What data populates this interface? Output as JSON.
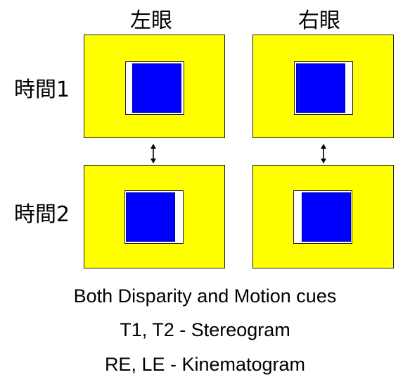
{
  "columns": {
    "left": "左眼",
    "right": "右眼"
  },
  "rows": {
    "t1": "時間1",
    "t2": "時間2"
  },
  "captions": [
    "Both Disparity and Motion cues",
    "T1, T2 - Stereogram",
    "RE, LE - Kinematogram"
  ],
  "colors": {
    "panel": "#ffff00",
    "square": "#0000ff",
    "gap": "#ffffff"
  }
}
